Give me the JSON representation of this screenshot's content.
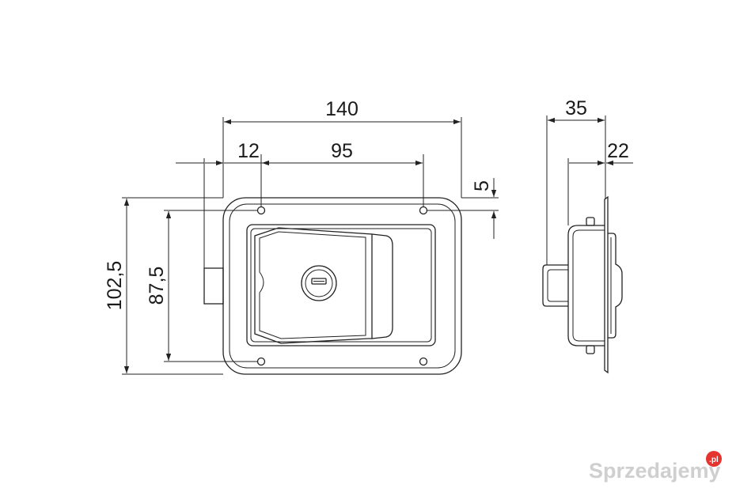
{
  "dimensions": {
    "overall_width": "140",
    "side_offset": "12",
    "hole_spacing": "95",
    "hole_inset": "5",
    "overall_height": "102,5",
    "hole_vertical_spacing": "87,5",
    "total_depth": "35",
    "body_depth": "22"
  },
  "watermark": {
    "text": "Sprzedajemy",
    "badge": ".pl",
    "badge_color": "#e3342f"
  },
  "colors": {
    "line": "#222222",
    "background": "#ffffff"
  }
}
